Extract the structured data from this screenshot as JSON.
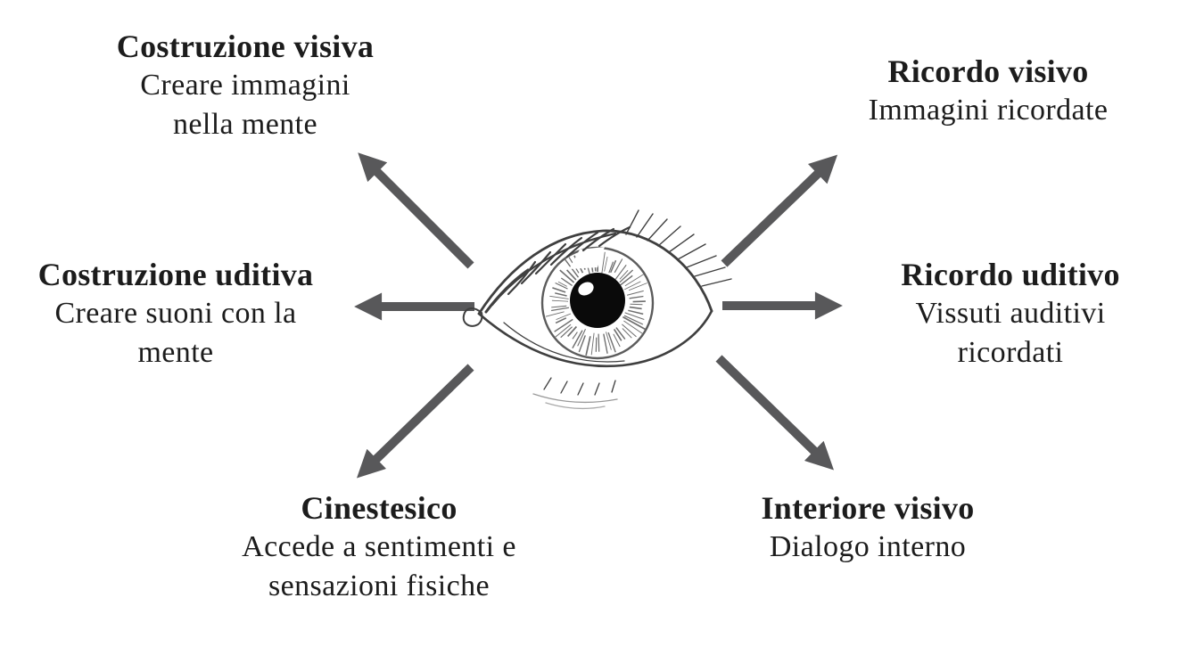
{
  "background_color": "#ffffff",
  "colors": {
    "arrow": "#58585a",
    "text": "#1c1c1c"
  },
  "center_image": "hand-drawn-eye-sketch",
  "nodes": [
    {
      "position": "top-left",
      "heading": "Costruzione visiva",
      "lines": [
        "Creare immagini",
        "nella mente"
      ]
    },
    {
      "position": "middle-left",
      "heading": "Costruzione uditiva",
      "lines": [
        "Creare suoni con la",
        "mente"
      ]
    },
    {
      "position": "bottom-left",
      "heading": "Cinestesico",
      "lines": [
        "Accede a sentimenti e",
        "sensazioni fisiche"
      ]
    },
    {
      "position": "top-right",
      "heading": "Ricordo visivo",
      "lines": [
        "Immagini ricordate"
      ]
    },
    {
      "position": "middle-right",
      "heading": "Ricordo uditivo",
      "lines": [
        "Vissuti auditivi",
        "ricordati"
      ]
    },
    {
      "position": "bottom-right",
      "heading": "Interiore visivo",
      "lines": [
        "Dialogo interno"
      ]
    }
  ]
}
